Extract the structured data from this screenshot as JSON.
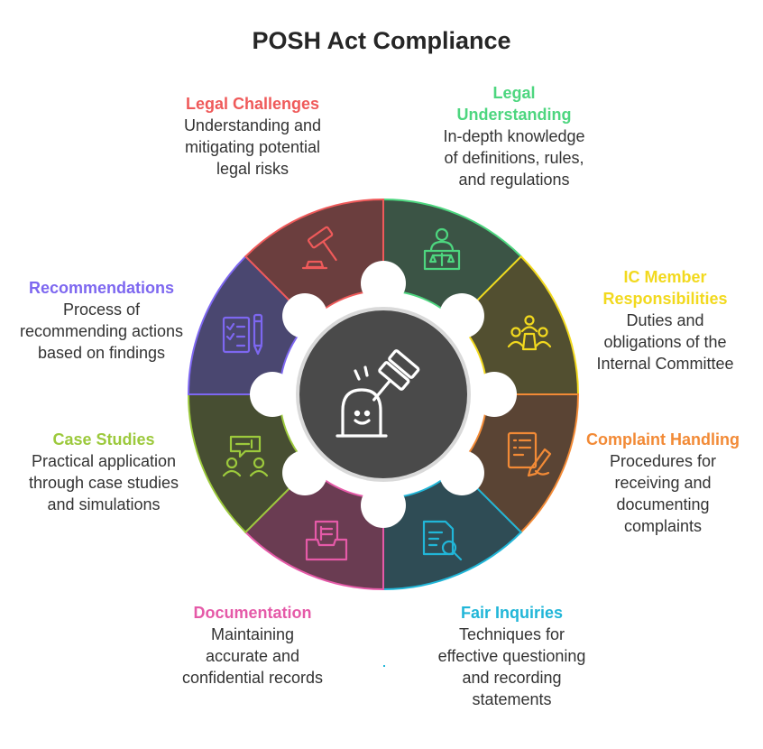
{
  "title": "POSH Act Compliance",
  "center_icon": "gavel-ghost-icon",
  "segments": [
    {
      "key": "legal-understanding",
      "heading": "Legal Understanding",
      "description": "In-depth knowledge of definitions, rules, and regulations",
      "color": "#4dd67f",
      "fill": "#3b5445",
      "icon": "judge-icon"
    },
    {
      "key": "ic-member-responsibilities",
      "heading": "IC Member Responsibilities",
      "description": "Duties and obligations of the Internal Committee",
      "color": "#f2d91e",
      "fill": "#524f30",
      "icon": "committee-icon"
    },
    {
      "key": "complaint-handling",
      "heading": "Complaint Handling",
      "description": "Procedures for receiving and documenting complaints",
      "color": "#f28a36",
      "fill": "#5a4434",
      "icon": "document-pen-icon"
    },
    {
      "key": "fair-inquiries",
      "heading": "Fair Inquiries",
      "description": "Techniques for effective questioning and recording statements",
      "color": "#21b6d8",
      "fill": "#2f4c55",
      "icon": "document-search-icon"
    },
    {
      "key": "documentation",
      "heading": "Documentation",
      "description": "Maintaining accurate and confidential records",
      "color": "#e55aa8",
      "fill": "#6a3c52",
      "icon": "records-tray-icon"
    },
    {
      "key": "case-studies",
      "heading": "Case Studies",
      "description": "Practical application through case studies and simulations",
      "color": "#9cc93c",
      "fill": "#474e32",
      "icon": "discussion-icon"
    },
    {
      "key": "recommendations",
      "heading": "Recommendations",
      "description": "Process of recommending actions based on findings",
      "color": "#7d67f0",
      "fill": "#4a4770",
      "icon": "checklist-pen-icon"
    },
    {
      "key": "legal-challenges",
      "heading": "Legal Challenges",
      "description": "Understanding and mitigating potential legal risks",
      "color": "#ef5a5a",
      "fill": "#6b3e3e",
      "icon": "gavel-icon"
    }
  ]
}
